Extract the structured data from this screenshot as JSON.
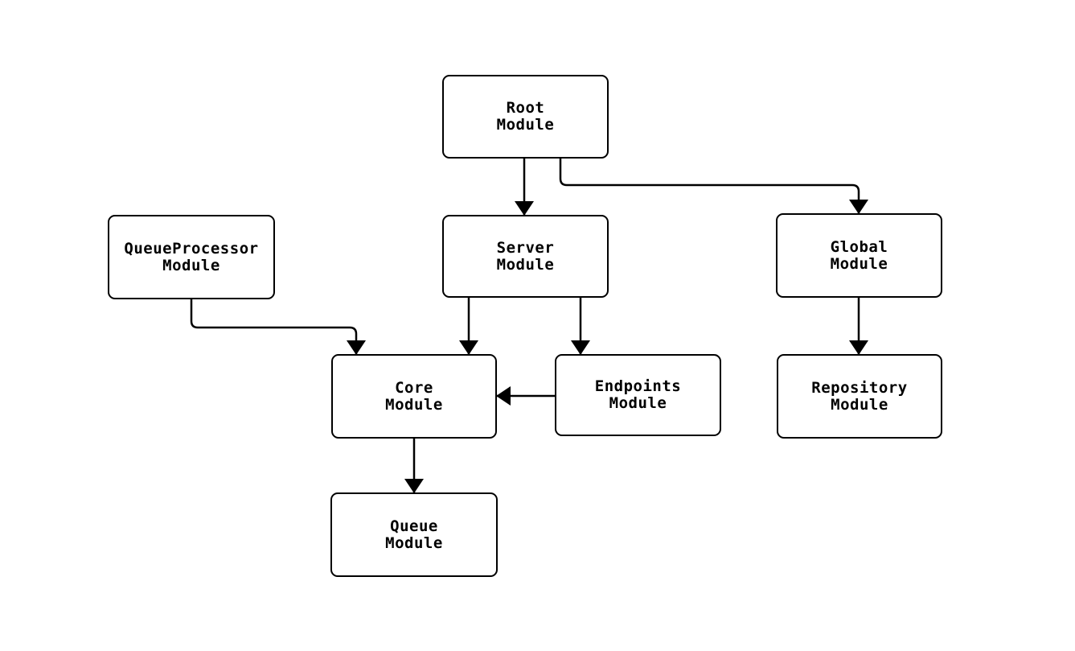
{
  "diagram": {
    "type": "flowchart",
    "direction": "top-down",
    "colors": {
      "background": "#ffffff",
      "node_fill": "#ffffff",
      "stroke": "#000000",
      "text": "#000000"
    },
    "nodes": [
      {
        "id": "root",
        "label": "Root\nModule"
      },
      {
        "id": "queueprocessor",
        "label": "QueueProcessor\nModule"
      },
      {
        "id": "server",
        "label": "Server\nModule"
      },
      {
        "id": "global",
        "label": "Global\nModule"
      },
      {
        "id": "core",
        "label": "Core\nModule"
      },
      {
        "id": "endpoints",
        "label": "Endpoints\nModule"
      },
      {
        "id": "repository",
        "label": "Repository\nModule"
      },
      {
        "id": "queue",
        "label": "Queue\nModule"
      }
    ],
    "edges": [
      {
        "from": "Root Module",
        "to": "Server Module"
      },
      {
        "from": "Root Module",
        "to": "Global Module"
      },
      {
        "from": "QueueProcessor Module",
        "to": "Core Module"
      },
      {
        "from": "Server Module",
        "to": "Core Module"
      },
      {
        "from": "Server Module",
        "to": "Endpoints Module"
      },
      {
        "from": "Endpoints Module",
        "to": "Core Module"
      },
      {
        "from": "Global Module",
        "to": "Repository Module"
      },
      {
        "from": "Core Module",
        "to": "Queue Module"
      }
    ]
  }
}
